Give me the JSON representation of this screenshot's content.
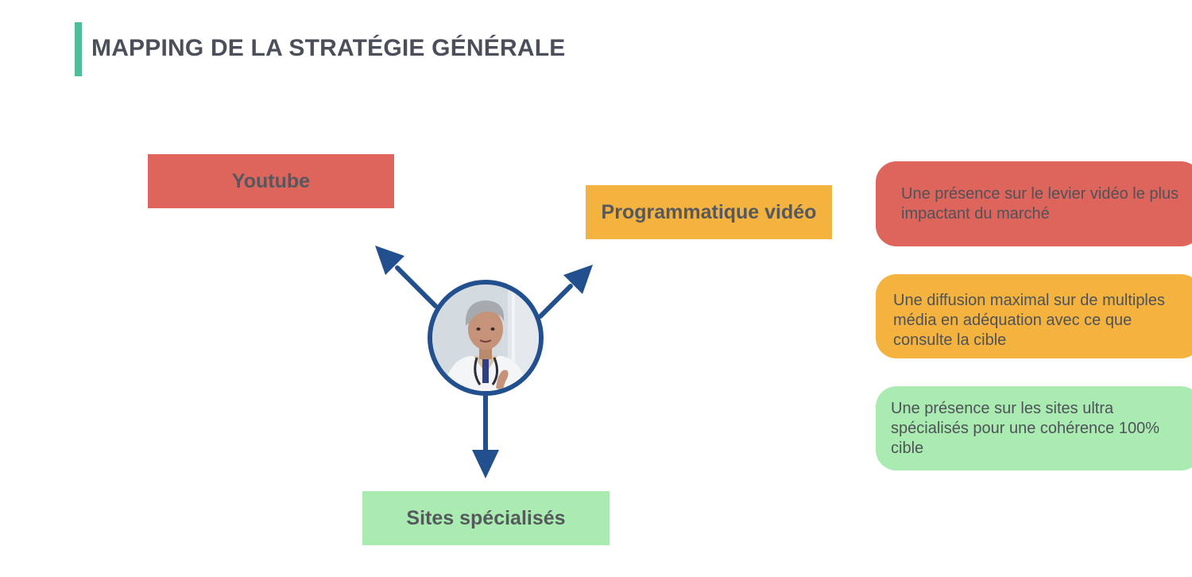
{
  "header": {
    "title": "MAPPING DE LA STRATÉGIE GÉNÉRALE",
    "accent_color": "#4cbf9a"
  },
  "channels": [
    {
      "label": "Youtube",
      "color": "#de655c"
    },
    {
      "label": "Programmatique vidéo",
      "color": "#f4b33e"
    },
    {
      "label": "Sites spécialisés",
      "color": "#a9ebb0"
    }
  ],
  "center": {
    "icon": "doctor-portrait-icon",
    "ring_color": "#22508e"
  },
  "arrows": {
    "color": "#22508e",
    "icon": "arrow-icon"
  },
  "benefits": [
    {
      "text": "Une présence sur le levier vidéo le plus impactant du marché",
      "color": "#de655c"
    },
    {
      "text": "Une diffusion maximal sur de multiples média en adéquation avec ce que consulte la cible",
      "color": "#f4b33e"
    },
    {
      "text": "Une présence sur les sites ultra spécialisés pour une cohérence 100% cible",
      "color": "#a9ebb0"
    }
  ]
}
